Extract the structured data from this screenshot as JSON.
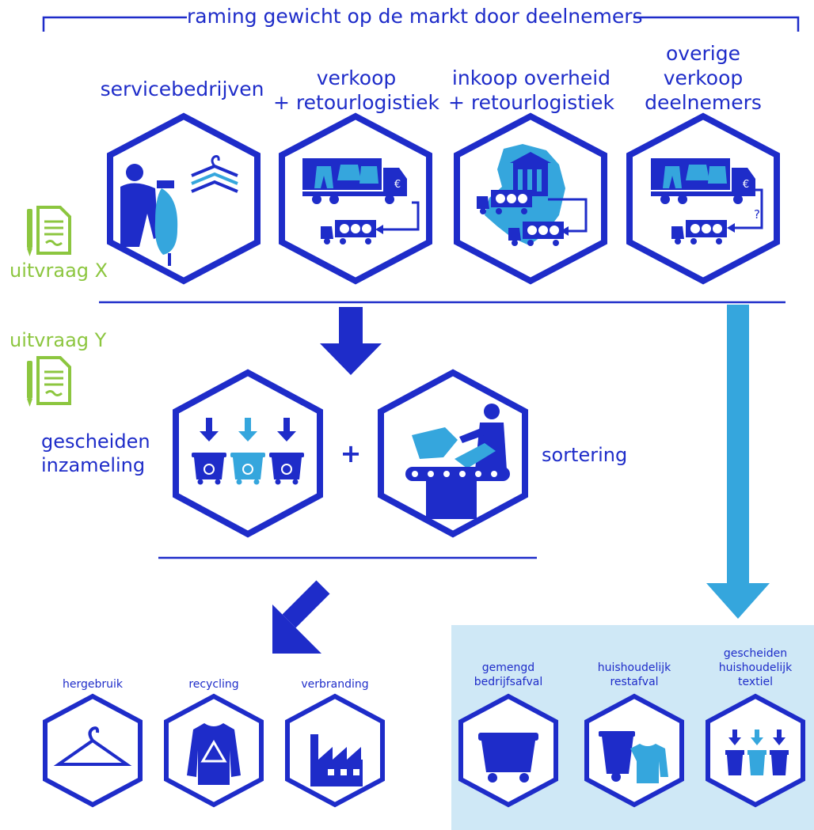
{
  "header": {
    "title": "raming gewicht op de markt door deelnemers"
  },
  "participants": [
    {
      "label_lines": [
        "servicebedrijven"
      ]
    },
    {
      "label_lines": [
        "verkoop",
        "+ retourlogistiek"
      ]
    },
    {
      "label_lines": [
        "inkoop overheid",
        "+ retourlogistiek"
      ]
    },
    {
      "label_lines": [
        "overige",
        "verkoop",
        "deelnemers"
      ]
    }
  ],
  "questionnaires": {
    "x_label": "uitvraag X",
    "y_label": "uitvraag Y"
  },
  "collection": {
    "left_line1": "gescheiden",
    "left_line2": "inzameling",
    "plus": "+",
    "right": "sortering"
  },
  "small_symbols": {
    "euro": "€",
    "question": "?"
  },
  "outcomes": [
    "hergebruik",
    "recycling",
    "verbranding"
  ],
  "waste_streams": [
    {
      "label_lines": [
        "gemengd",
        "bedrijfsafval"
      ]
    },
    {
      "label_lines": [
        "huishoudelijk",
        "restafval"
      ]
    },
    {
      "label_lines": [
        "gescheiden",
        "huishoudelijk",
        "textiel"
      ]
    }
  ],
  "colors": {
    "dark_blue": "#1e2cc9",
    "light_blue": "#35a6dd",
    "pale_blue": "#cfe8f6",
    "green": "#8cc63f"
  }
}
